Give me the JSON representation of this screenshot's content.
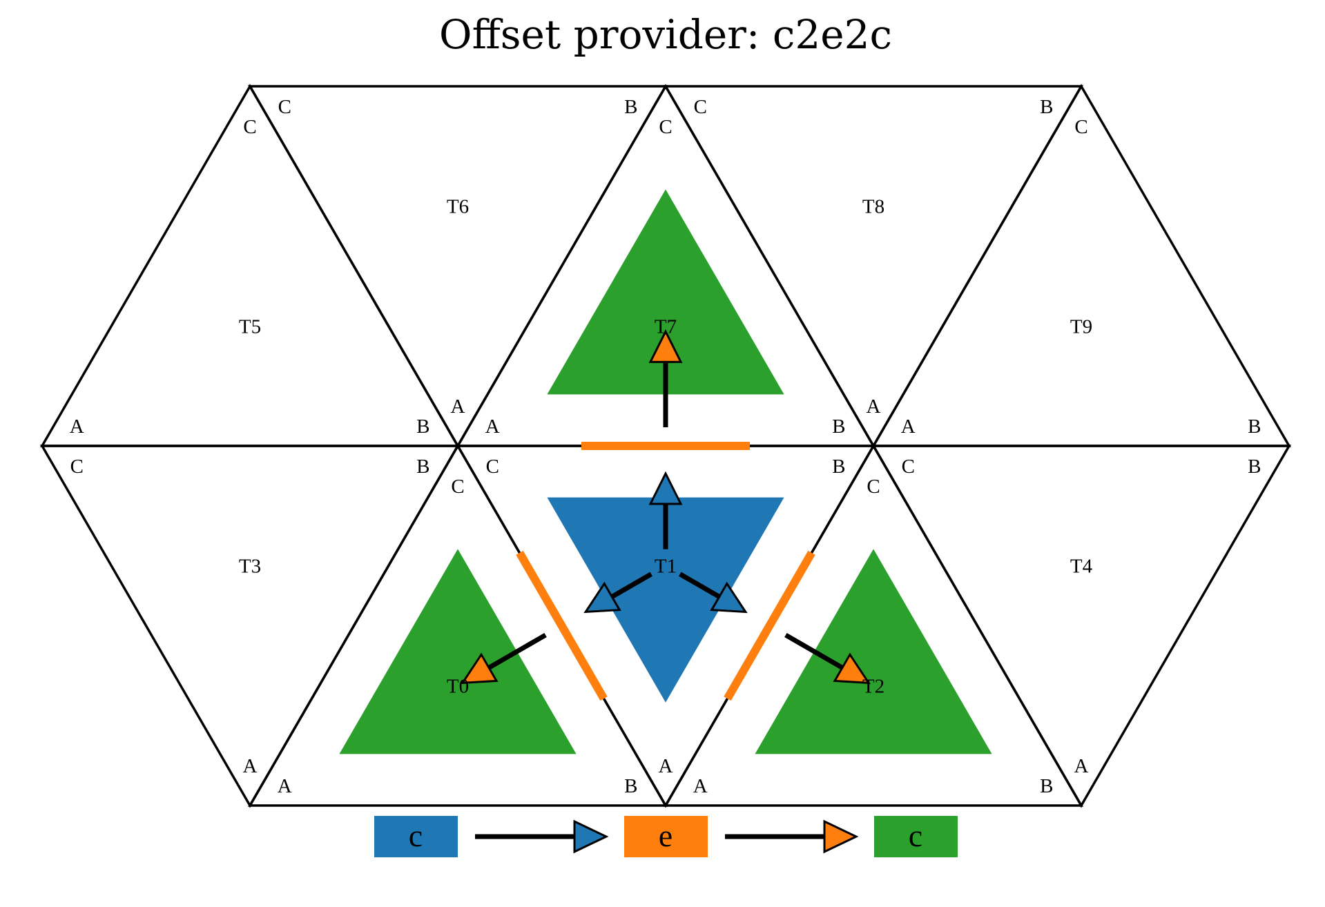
{
  "title": "Offset provider: c2e2c",
  "colors": {
    "source_cell": "#1f77b4",
    "edge": "#ff7f0e",
    "target_cell": "#2ca02c"
  },
  "triangles": [
    {
      "name": "T0",
      "vertices": [
        "A",
        "B",
        "C"
      ]
    },
    {
      "name": "T1",
      "vertices": [
        "A",
        "B",
        "C"
      ]
    },
    {
      "name": "T2",
      "vertices": [
        "A",
        "B",
        "C"
      ]
    },
    {
      "name": "T3",
      "vertices": [
        "A",
        "B",
        "C"
      ]
    },
    {
      "name": "T4",
      "vertices": [
        "A",
        "B",
        "C"
      ]
    },
    {
      "name": "T5",
      "vertices": [
        "A",
        "B",
        "C"
      ]
    },
    {
      "name": "T6",
      "vertices": [
        "A",
        "B",
        "C"
      ]
    },
    {
      "name": "T7",
      "vertices": [
        "A",
        "B",
        "C"
      ]
    },
    {
      "name": "T8",
      "vertices": [
        "A",
        "B",
        "C"
      ]
    },
    {
      "name": "T9",
      "vertices": [
        "A",
        "B",
        "C"
      ]
    }
  ],
  "source_cell": "T1",
  "neighbor_cells": [
    "T0",
    "T2",
    "T7"
  ],
  "legend": [
    {
      "label": "c",
      "color": "#1f77b4"
    },
    {
      "label": "e",
      "color": "#ff7f0e"
    },
    {
      "label": "c",
      "color": "#2ca02c"
    }
  ]
}
